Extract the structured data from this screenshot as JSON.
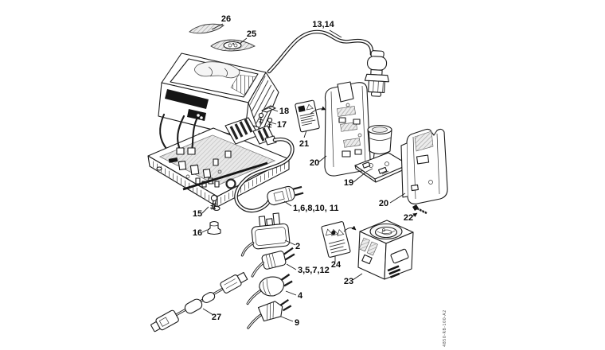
{
  "canvas": {
    "background": "#ffffff",
    "line_color": "#1a1a1a"
  },
  "diagram": {
    "kind": "exploded-parts-view",
    "subject_hint": "battery charger with housings, adapter plugs and cables"
  },
  "callouts": [
    {
      "part": "cover-strip-26",
      "label": "26"
    },
    {
      "part": "label-strip-25",
      "label": "25"
    },
    {
      "part": "connecting-cable-13-14",
      "label": "13,14"
    },
    {
      "part": "clip-18",
      "label": "18"
    },
    {
      "part": "screws-17",
      "label": "17"
    },
    {
      "part": "information-label-21",
      "label": "21"
    },
    {
      "part": "adapter-housing-front-20",
      "label": "20"
    },
    {
      "part": "adapter-board-19",
      "label": "19"
    },
    {
      "part": "adapter-housing-rear-20",
      "label": "20"
    },
    {
      "part": "screw-22",
      "label": "22"
    },
    {
      "part": "screw-15",
      "label": "15"
    },
    {
      "part": "rubber-foot-16",
      "label": "16"
    },
    {
      "part": "power-cord-eu",
      "label": "1,6,8,10, 11"
    },
    {
      "part": "plug-uk-2",
      "label": "2"
    },
    {
      "part": "plug-us-3-5-7-12",
      "label": "3,5,7,12"
    },
    {
      "part": "plug-au-4",
      "label": "4"
    },
    {
      "part": "warning-label-24",
      "label": "24"
    },
    {
      "part": "adapter-box-23",
      "label": "23"
    },
    {
      "part": "plug-9",
      "label": "9"
    },
    {
      "part": "adapter-cable-27",
      "label": "27"
    }
  ],
  "footer": {
    "drawing_code": "4850-RB-100-A2"
  }
}
